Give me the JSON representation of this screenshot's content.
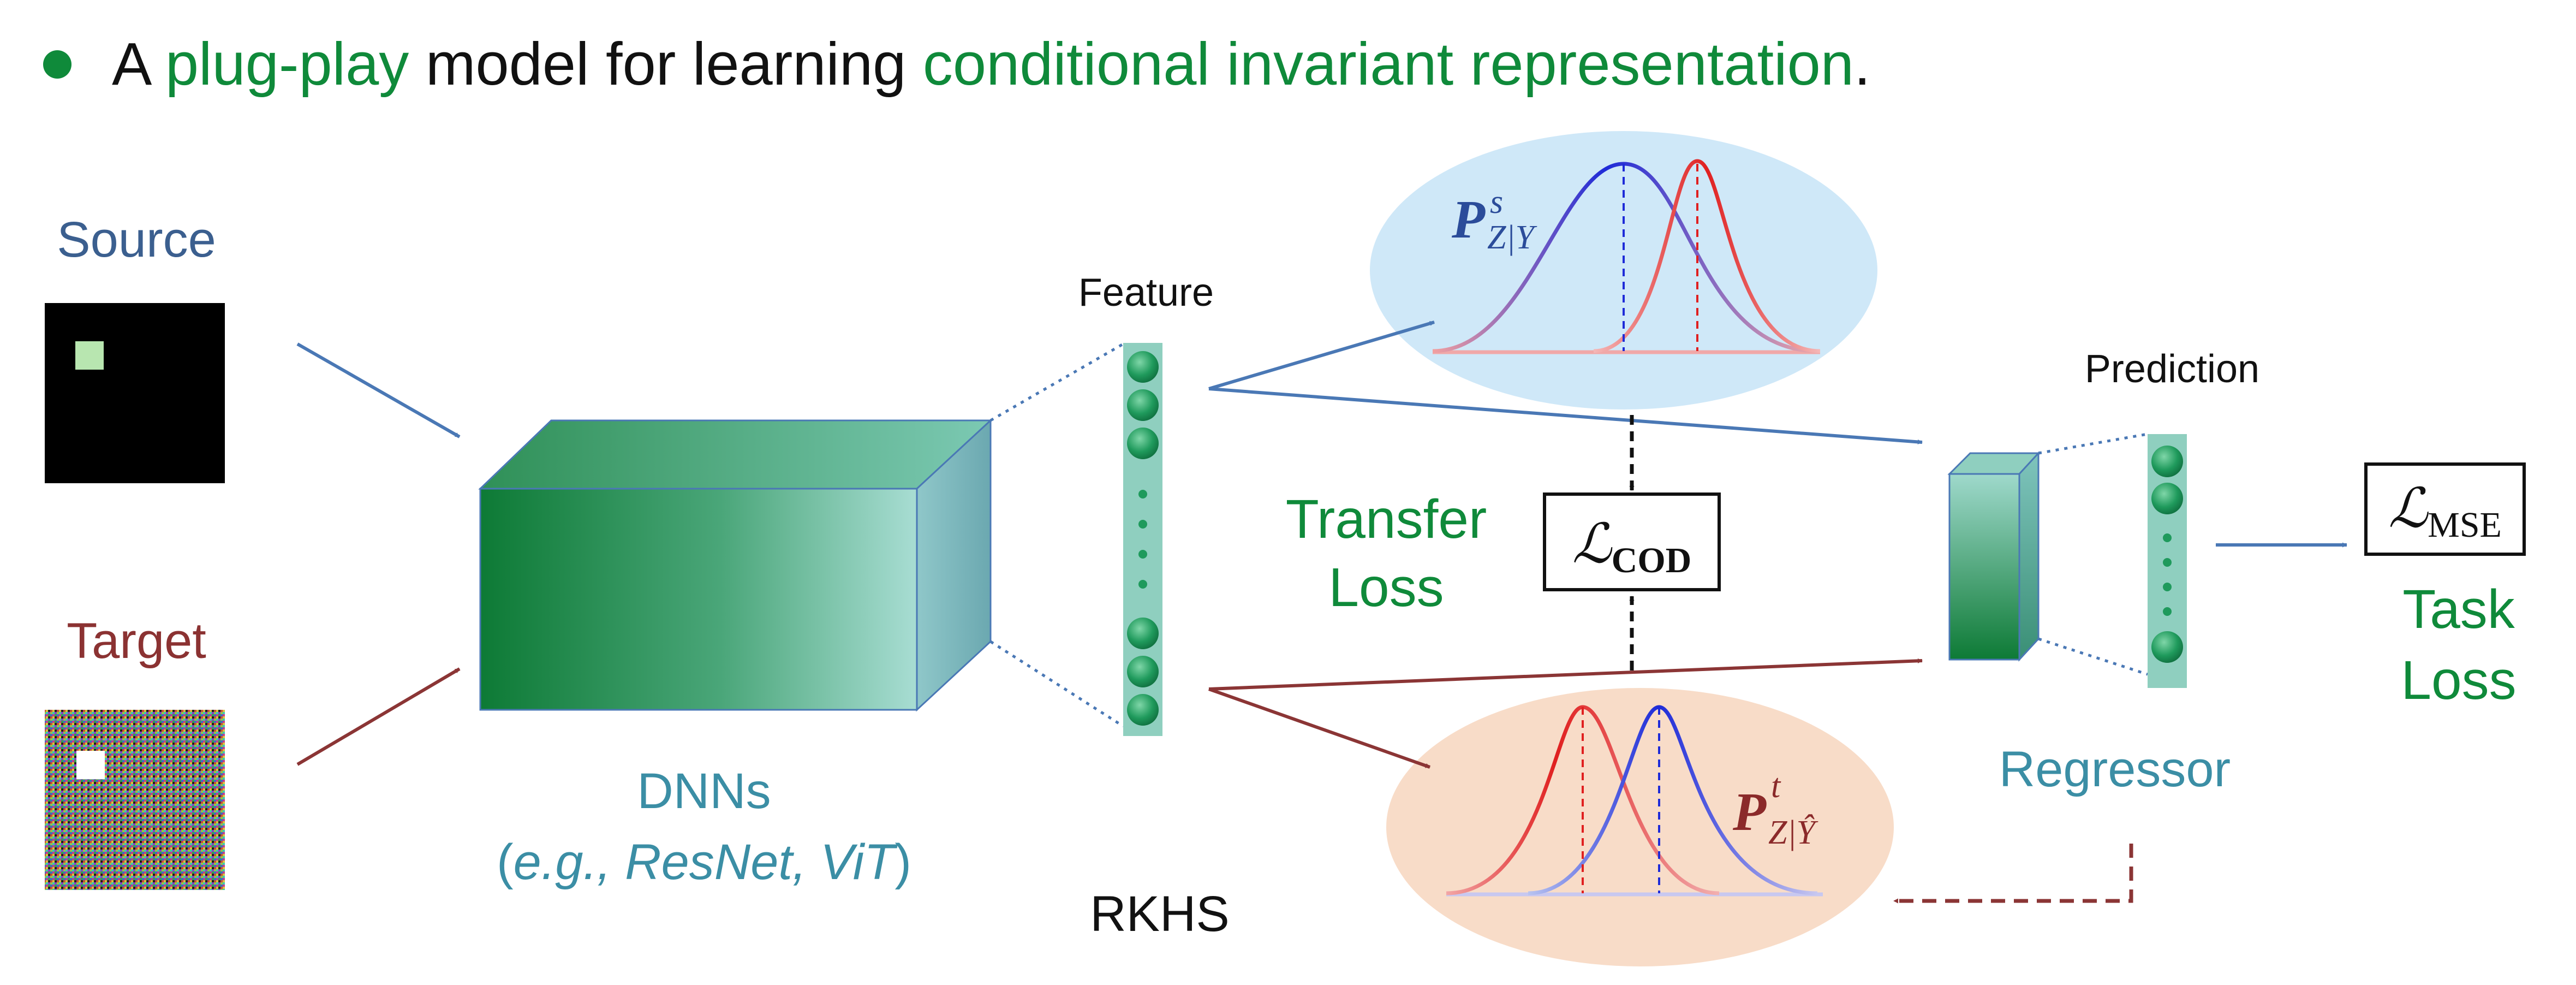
{
  "headline": {
    "prefix": "A ",
    "highlight1": "plug-play",
    "middle": " model for learning ",
    "highlight2": "conditional invariant representation",
    "suffix": "."
  },
  "labels": {
    "source": "Source",
    "target": "Target",
    "dnn_title": "DNNs",
    "dnn_paren_open": "(",
    "dnn_examples": "e.g., ResNet, ViT",
    "dnn_paren_close": ")",
    "feature": "Feature",
    "rkhs": "RKHS",
    "transfer_loss_line1": "Transfer",
    "transfer_loss_line2": "Loss",
    "prediction": "Prediction",
    "regressor": "Regressor",
    "task_loss_line1": "Task",
    "task_loss_line2": "Loss"
  },
  "math": {
    "cod_script": "ℒ",
    "cod_sub": "COD",
    "mse_script": "ℒ",
    "mse_sub": "MSE",
    "source_P": "P",
    "source_sup": "s",
    "source_sub": "Z|Y",
    "target_P": "P",
    "target_sup": "t",
    "target_sub_a": "Z|",
    "target_sub_b": "Ŷ"
  },
  "colors": {
    "green_text": "#0f8a3a",
    "source_blue": "#3b5f8f",
    "target_red": "#8b3232",
    "teal_text": "#3b8ea5",
    "arrow_blue": "#4a78b5",
    "arrow_red": "#8b3535",
    "source_bubble": "#cfe8f8",
    "target_bubble": "#f8dcc8",
    "node_green": "#1f9a5c"
  }
}
